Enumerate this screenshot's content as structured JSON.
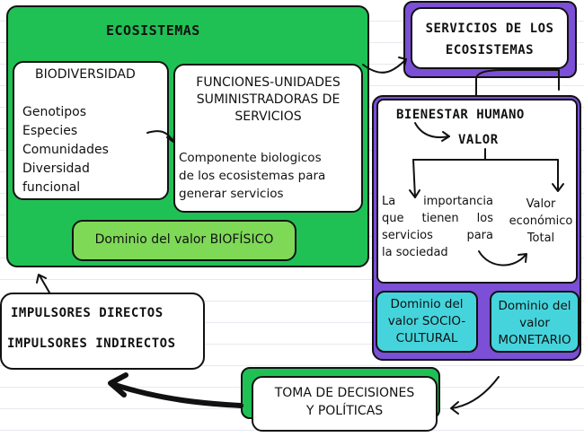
{
  "ecosistemas": {
    "title": "ECOSISTEMAS",
    "biodiversidad": {
      "title": "BIODIVERSIDAD",
      "items": [
        "Genotipos",
        "Especies",
        "Comunidades",
        "Diversidad",
        "funcional"
      ]
    },
    "funciones": {
      "title_lines": [
        "FUNCIONES-UNIDADES",
        "SUMINISTRADORAS DE",
        "SERVICIOS"
      ],
      "desc_lines": [
        "Componente biologicos",
        "de los ecosistemas para",
        "generar servicios"
      ]
    },
    "dominio_biofisico": "Dominio del valor BIOFÍSICO"
  },
  "servicios": {
    "title_lines": [
      "SERVICIOS DE LOS",
      "ECOSISTEMAS"
    ]
  },
  "bienestar": {
    "title": "BIENESTAR HUMANO",
    "valor": "VALOR",
    "importancia_lines": [
      "La importancia",
      "que tienen los",
      "servicios para",
      "la sociedad"
    ],
    "economico_lines": [
      "Valor",
      "económico",
      "Total"
    ]
  },
  "dominio_socio": {
    "lines": [
      "Dominio del",
      "valor SOCIO-",
      "CULTURAL"
    ]
  },
  "dominio_monetario": {
    "lines": [
      "Dominio del",
      "valor",
      "MONETARIO"
    ]
  },
  "impulsores": {
    "directos": "IMPULSORES DIRECTOS",
    "indirectos": "IMPULSORES INDIRECTOS"
  },
  "toma_decisiones": {
    "lines": [
      "TOMA DE DECISIONES",
      "Y POLÍTICAS"
    ]
  }
}
